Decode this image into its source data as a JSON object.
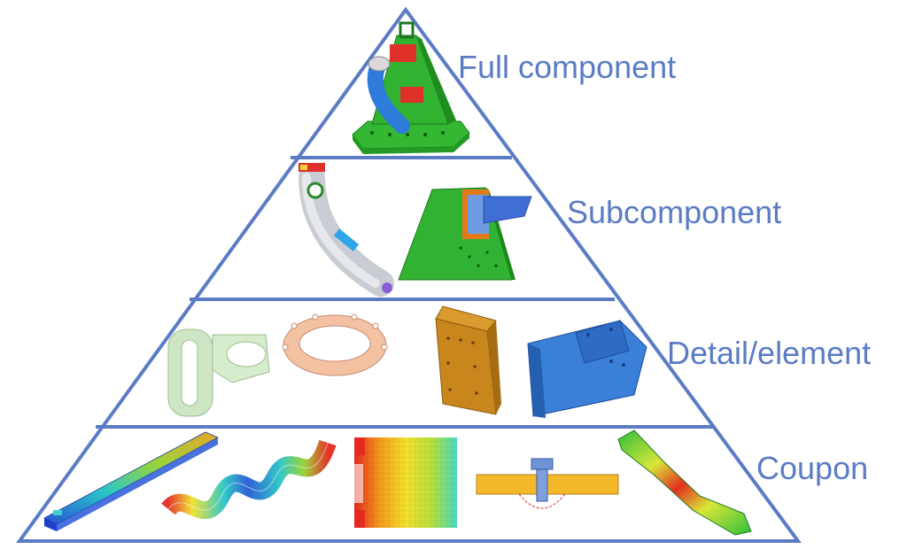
{
  "pyramid": {
    "tiers": [
      {
        "label": "Full component"
      },
      {
        "label": "Subcomponent"
      },
      {
        "label": "Detail/element"
      },
      {
        "label": "Coupon"
      }
    ]
  },
  "colors": {
    "outline": "#5b7cc4",
    "label": "#5b7cc4",
    "green_part": "#2fb52f",
    "red_part": "#e0302a",
    "blue_part": "#3a7fd8",
    "grey_part": "#c9cdd3",
    "bronze_part": "#c8861c",
    "copper_part": "#f3c2a3",
    "sage_part": "#cfe6c4"
  }
}
